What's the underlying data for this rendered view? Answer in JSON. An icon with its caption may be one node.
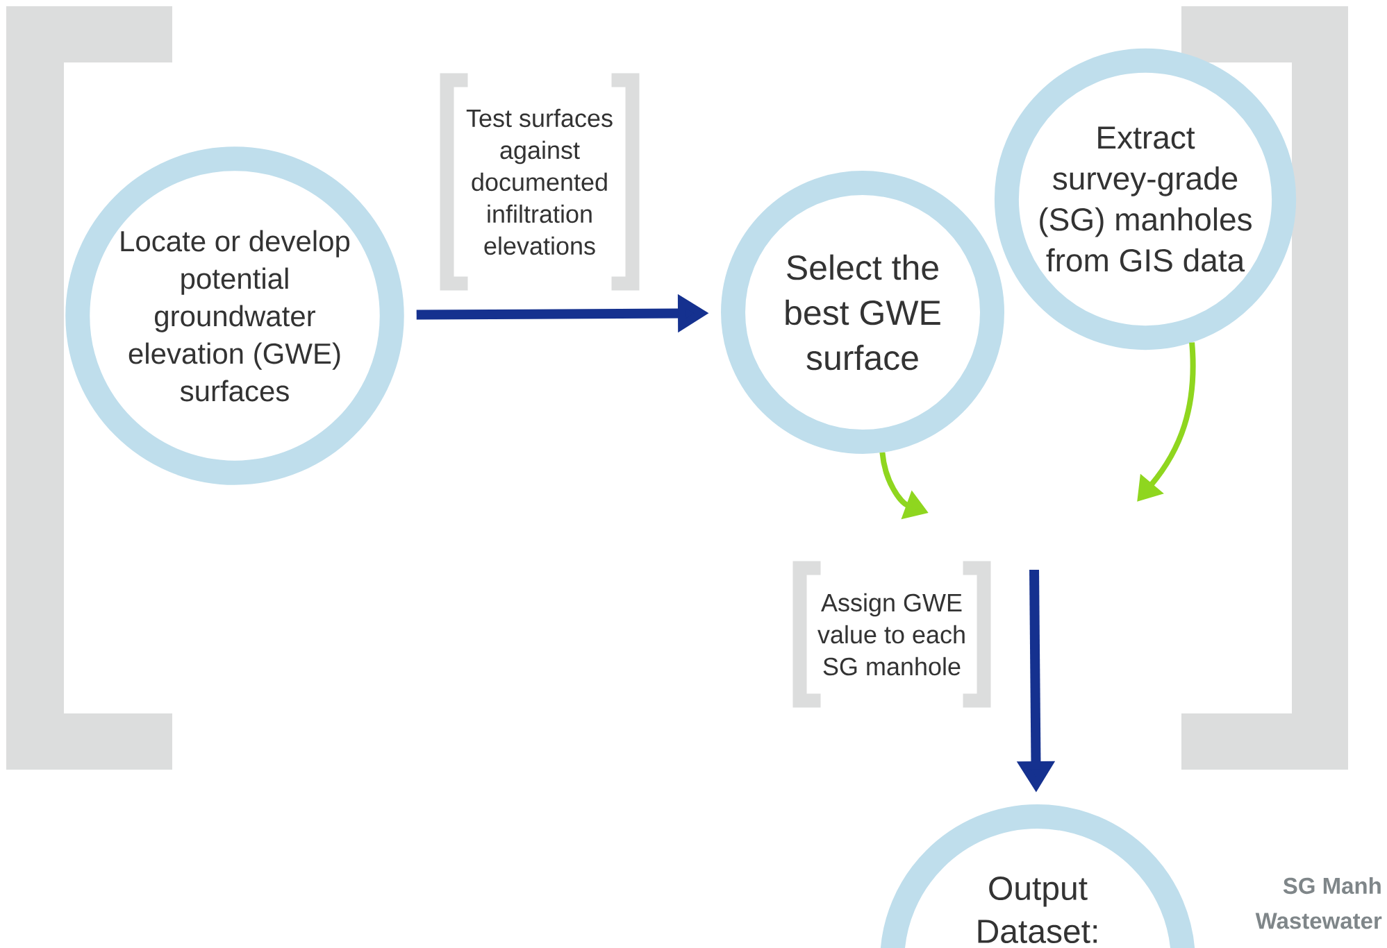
{
  "diagram": {
    "nodes": [
      {
        "text": [
          "Locate or develop potential groundwater elevation (GWE) surfaces"
        ]
      },
      {
        "text": [
          "Select the best GWE surface"
        ]
      },
      {
        "text": [
          "Extract survey-grade (SG) manholes from GIS data"
        ]
      },
      {
        "text": [
          "Output Dataset:"
        ]
      },
      {
        "text": [
          "Test surfaces against documented infiltration elevations"
        ]
      },
      {
        "text": [
          "Assign GWE value to each SG manhole"
        ]
      }
    ],
    "edges": [
      {
        "from": 0,
        "to": 1,
        "arrow": "to"
      },
      {
        "from": 1,
        "to": null,
        "arrow": "to",
        "color": "#8fd61f"
      },
      {
        "from": 2,
        "to": null,
        "arrow": "to",
        "color": "#8fd61f"
      },
      {
        "from": null,
        "to": 3,
        "arrow": "to"
      }
    ],
    "labels": [
      "SG Manh",
      "Wastewater"
    ]
  }
}
